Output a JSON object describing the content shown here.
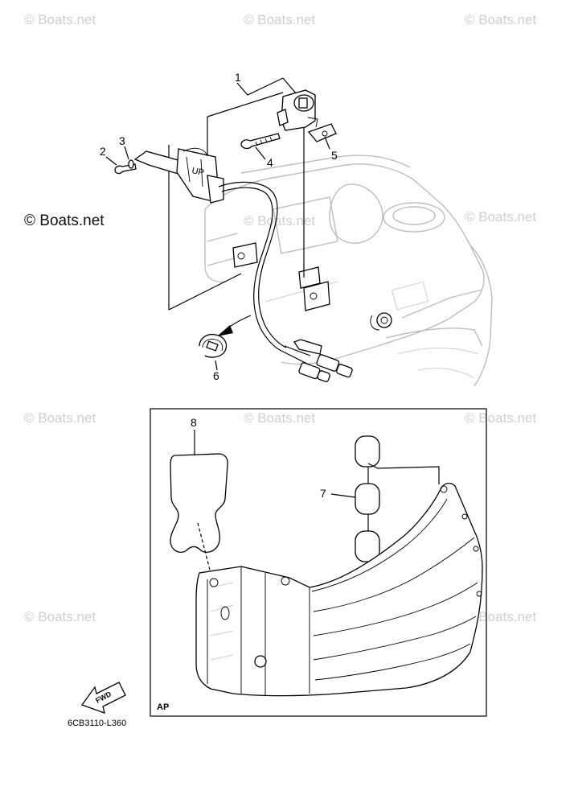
{
  "watermark": {
    "text": "© Boats.net",
    "main_text": "© Boats.net"
  },
  "callouts": {
    "c1": "1",
    "c2": "2",
    "c3": "3",
    "c4": "4",
    "c5": "5",
    "c6": "6",
    "c7": "7",
    "c8": "8"
  },
  "labels": {
    "ap_box": "AP",
    "up_mark": "UP",
    "fwd_mark": "FWD",
    "diagram_code": "6CB3110-L360"
  },
  "colors": {
    "line": "#000000",
    "ghost_line": "#bdbdbd",
    "watermark": "#cfcfcf"
  }
}
